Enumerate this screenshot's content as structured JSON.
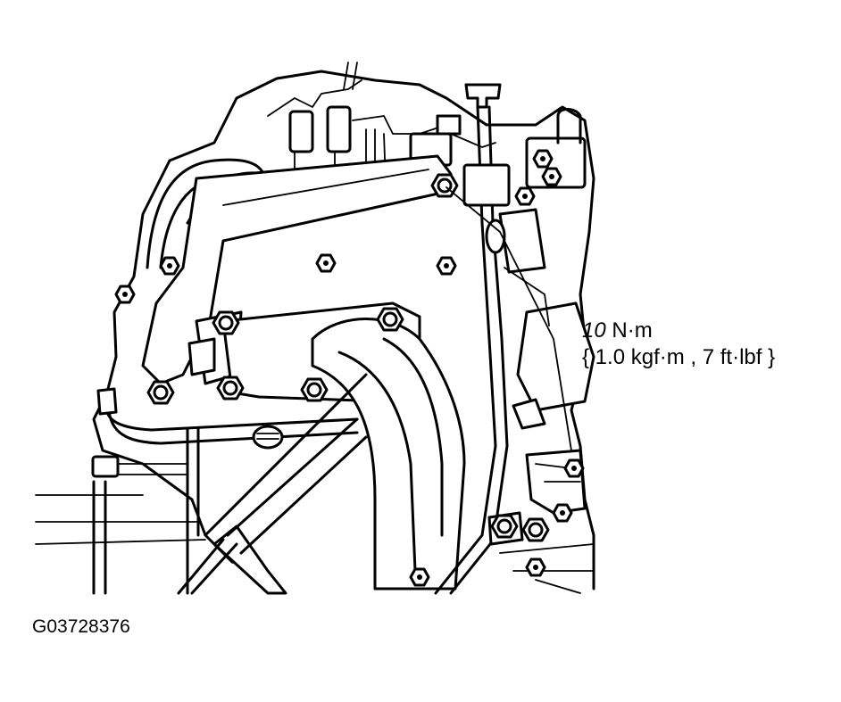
{
  "torque_spec": {
    "value": "10",
    "unit": "N·m",
    "alternate": "{ 1.0 kgf·m , 7 ft·lbf }"
  },
  "figure_id": "G03728376"
}
